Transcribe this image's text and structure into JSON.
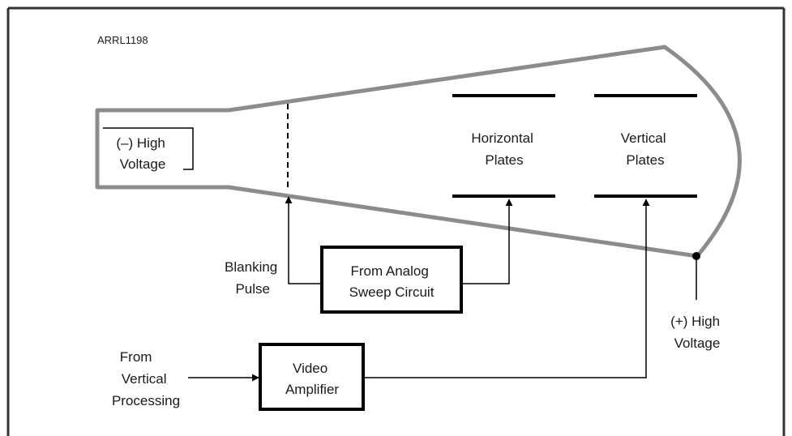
{
  "figure_id": "ARRL1198",
  "labels": {
    "cathode": [
      "(–) High",
      "Voltage"
    ],
    "horizontal_plates": [
      "Horizontal",
      "Plates"
    ],
    "vertical_plates": [
      "Vertical",
      "Plates"
    ],
    "blanking_pulse": [
      "Blanking",
      "Pulse"
    ],
    "sweep_circuit": [
      "From Analog",
      "Sweep Circuit"
    ],
    "anode": [
      "(+) High",
      "Voltage"
    ],
    "vertical_processing": [
      "From",
      "Vertical",
      "Processing"
    ],
    "video_amplifier": [
      "Video",
      "Amplifier"
    ]
  },
  "colors": {
    "tube_outline": "#8c8c8c",
    "ink": "#000000",
    "text": "#1a1a1a",
    "frame": "#333333"
  }
}
